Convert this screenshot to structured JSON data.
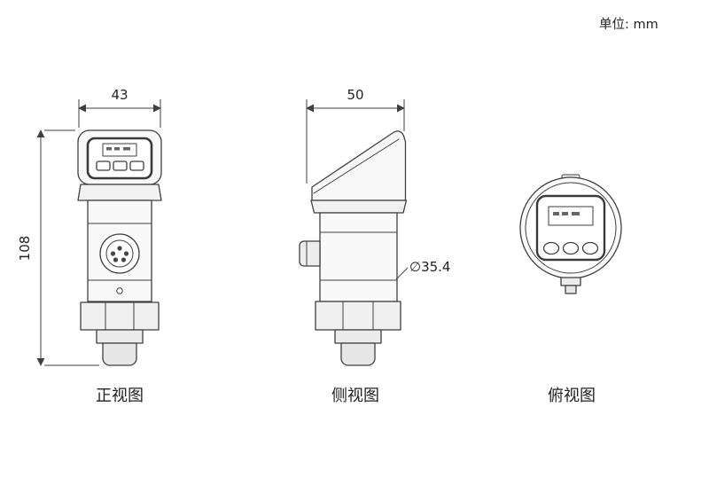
{
  "meta": {
    "unit_label": "单位: mm"
  },
  "dimensions": {
    "front_width": "43",
    "front_height": "108",
    "side_width": "50",
    "body_diameter": "∅35.4"
  },
  "views": {
    "front": {
      "label": "正视图"
    },
    "side": {
      "label": "侧视图"
    },
    "top": {
      "label": "俯视图"
    }
  },
  "colors": {
    "line": "#3f3f3f",
    "panel_line": "#3a3a3a",
    "fill_light": "#f8f8f8",
    "fill_mid": "#f0f0f0",
    "fill_dark": "#e7e7e7"
  }
}
